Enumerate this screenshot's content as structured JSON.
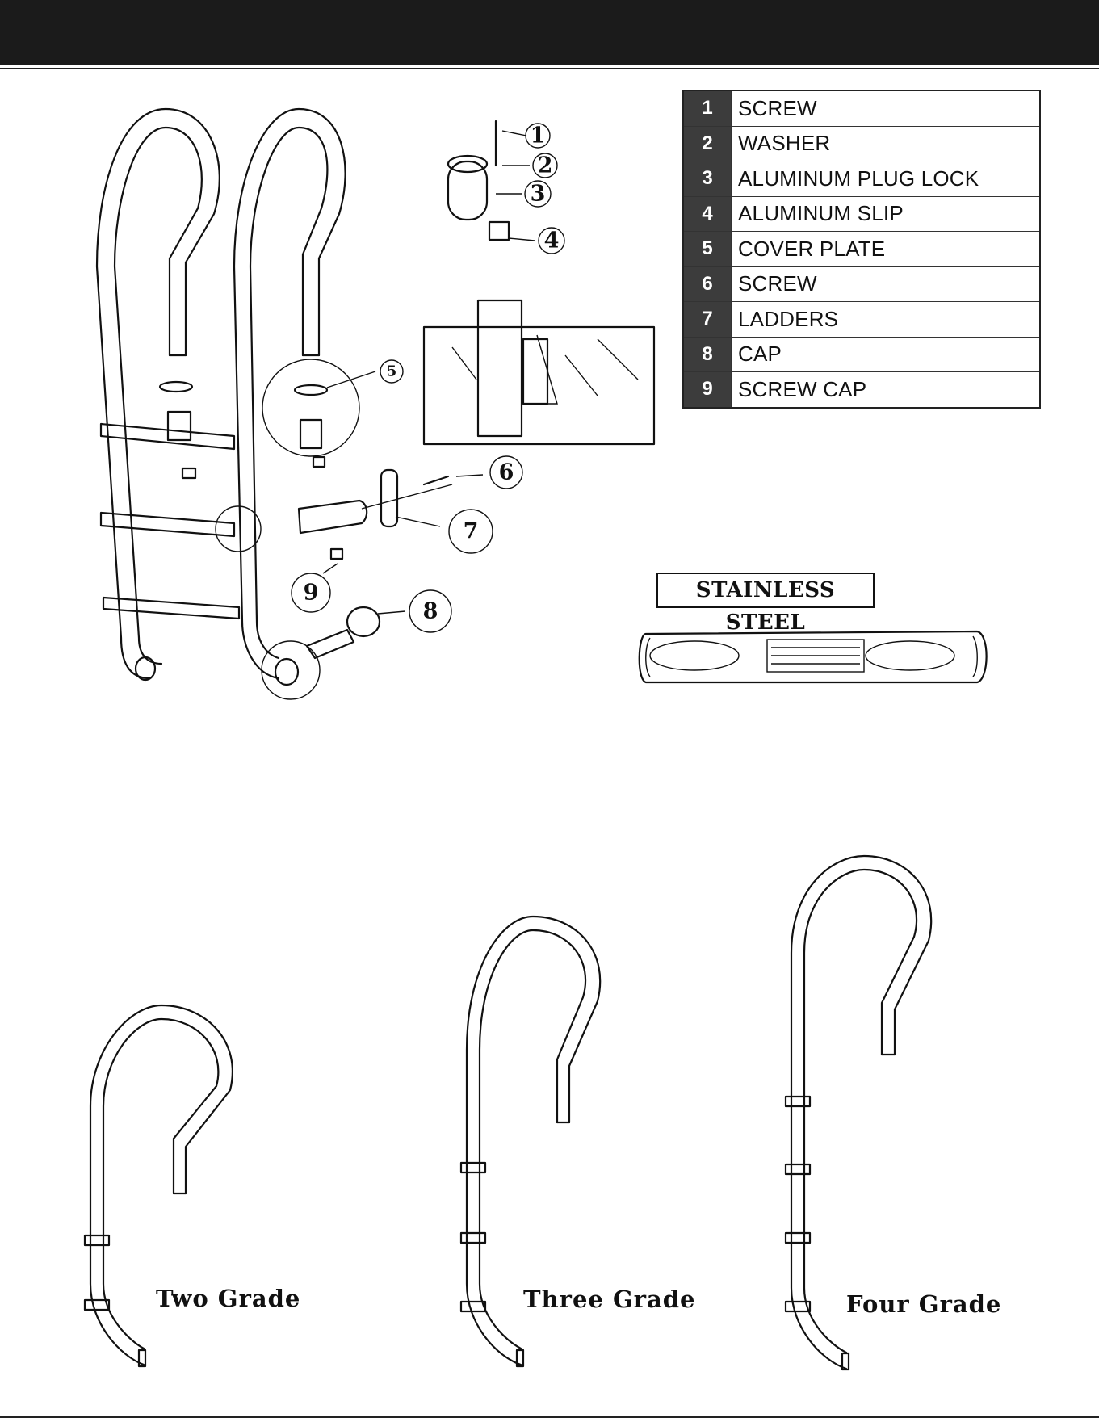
{
  "parts_table": [
    {
      "num": "1",
      "name": "SCREW"
    },
    {
      "num": "2",
      "name": "WASHER"
    },
    {
      "num": "3",
      "name": "ALUMINUM PLUG LOCK"
    },
    {
      "num": "4",
      "name": "ALUMINUM SLIP"
    },
    {
      "num": "5",
      "name": "COVER PLATE"
    },
    {
      "num": "6",
      "name": "SCREW"
    },
    {
      "num": "7",
      "name": "LADDERS"
    },
    {
      "num": "8",
      "name": "CAP"
    },
    {
      "num": "9",
      "name": "SCREW CAP"
    }
  ],
  "callouts": [
    "1",
    "2",
    "3",
    "4",
    "5",
    "6",
    "7",
    "8",
    "9"
  ],
  "step_label": "STAINLESS STEEL",
  "grades": {
    "two": "Two Grade",
    "three": "Three Grade",
    "four": "Four Grade"
  },
  "colors": {
    "header_bar": "#1b1b1b",
    "table_number_cell": "#3c3c3c"
  }
}
